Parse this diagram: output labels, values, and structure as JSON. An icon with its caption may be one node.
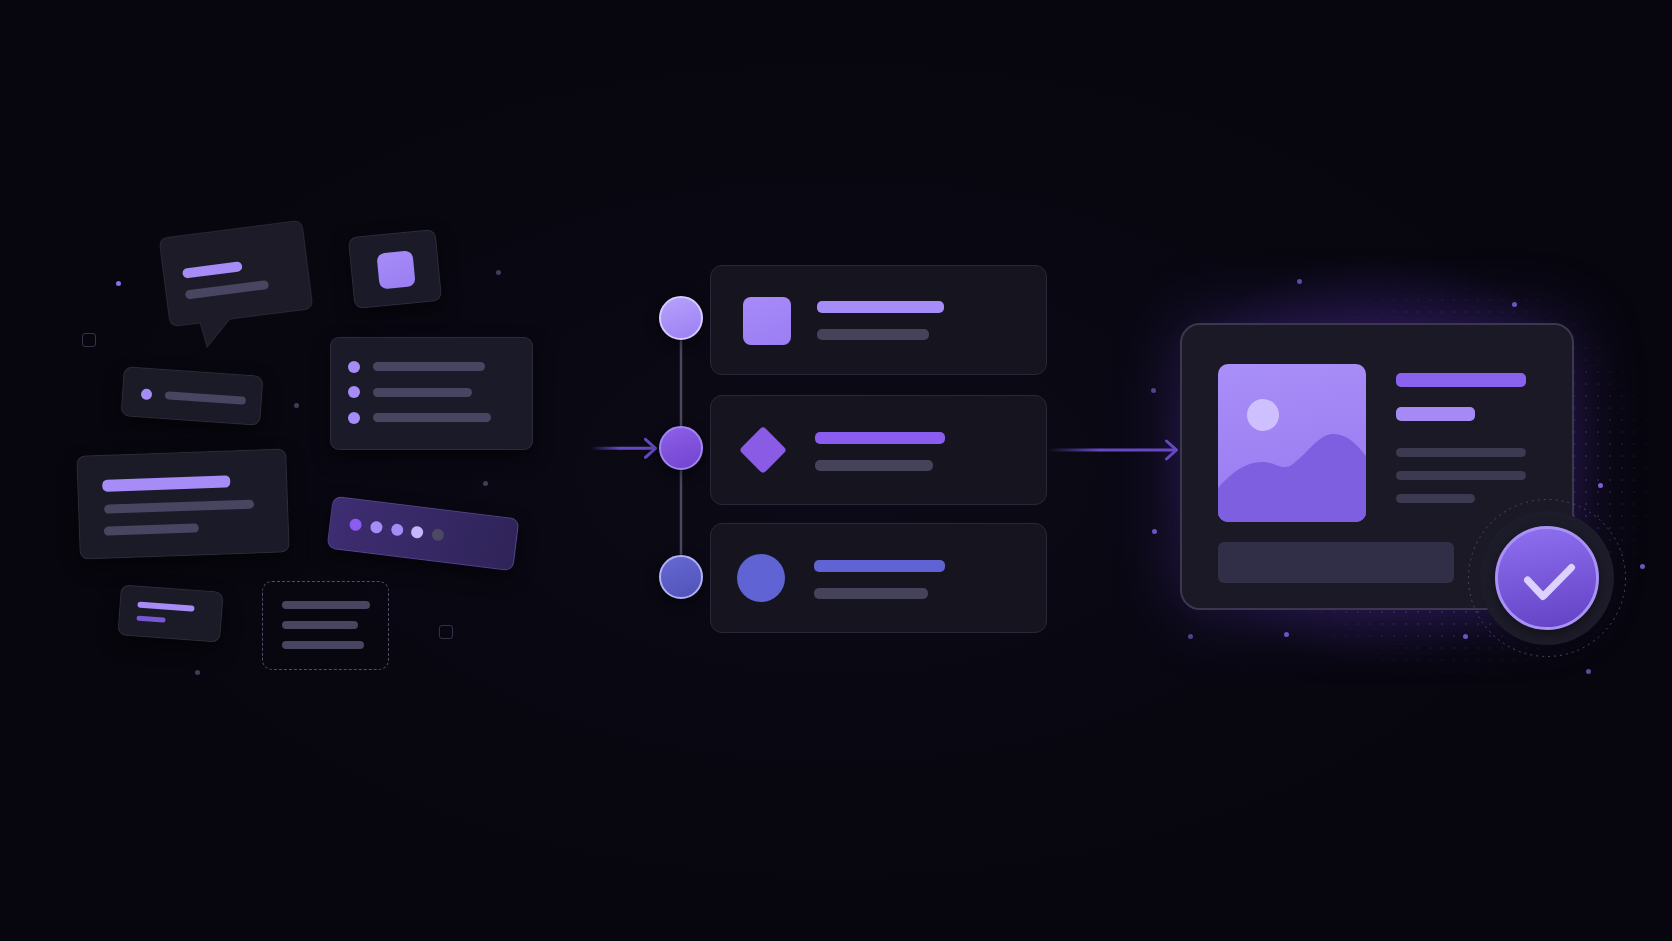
{
  "diagram": {
    "nodes": [
      {
        "text": [],
        "shape": "bubble"
      },
      {
        "text": [],
        "shape": "box"
      },
      {
        "text": [],
        "shape": "box"
      },
      {
        "text": [],
        "shape": "box"
      },
      {
        "text": [],
        "shape": "box"
      },
      {
        "text": [],
        "shape": "box"
      },
      {
        "text": [],
        "shape": "box"
      },
      {
        "text": [],
        "shape": "box"
      },
      {
        "text": [],
        "shape": "circle"
      },
      {
        "text": [],
        "shape": "circle"
      },
      {
        "text": [],
        "shape": "circle"
      },
      {
        "text": [],
        "shape": "box"
      },
      {
        "text": [],
        "shape": "box"
      },
      {
        "text": [],
        "shape": "box"
      },
      {
        "text": [],
        "shape": "box"
      },
      {
        "text": [],
        "shape": "picture",
        "in": 14
      },
      {
        "text": [],
        "shape": "circle"
      }
    ],
    "edges": [
      {
        "from": null,
        "to": 9,
        "arrow": "to"
      },
      {
        "from": 12,
        "to": 14,
        "arrow": "to"
      },
      {
        "from": 8,
        "to": 9,
        "arrow": "none",
        "color": "#4a4760"
      },
      {
        "from": 9,
        "to": 10,
        "arrow": "none",
        "color": "#4a4760"
      }
    ]
  }
}
